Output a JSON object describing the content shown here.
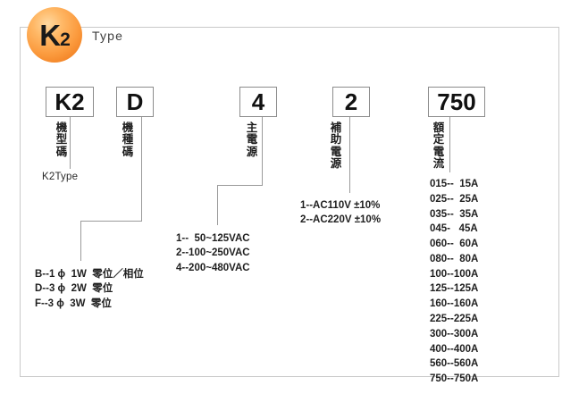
{
  "logo": {
    "letter": "K",
    "digit": "2",
    "type_label": "Type",
    "color": "#f59331"
  },
  "columns": [
    {
      "id": "model-type-code",
      "box_value": "K2",
      "caption": "機型碼",
      "caption_chars": [
        "機",
        "型",
        "碼"
      ],
      "note": "K2Type"
    },
    {
      "id": "model-kind-code",
      "box_value": "D",
      "caption": "機種碼",
      "caption_chars": [
        "機",
        "種",
        "碼"
      ],
      "options": [
        "B--1 ϕ  1W  零位／相位",
        "D--3 ϕ  2W  零位",
        "F--3 ϕ  3W  零位"
      ]
    },
    {
      "id": "main-power",
      "box_value": "4",
      "caption": "主電源",
      "caption_chars": [
        "主",
        "電",
        "源"
      ],
      "options": [
        "1--  50~125VAC",
        "2--100~250VAC",
        "4--200~480VAC"
      ]
    },
    {
      "id": "auxiliary-power",
      "box_value": "2",
      "caption": "補助電源",
      "caption_chars": [
        "補",
        "助",
        "電",
        "源"
      ],
      "options": [
        "1--AC110V ±10%",
        "2--AC220V ±10%"
      ]
    },
    {
      "id": "rated-current",
      "box_value": "750",
      "caption": "額定電流",
      "caption_chars": [
        "額",
        "定",
        "電",
        "流"
      ],
      "options": [
        "015--  15A",
        "025--  25A",
        "035--  35A",
        "045-   45A",
        "060--  60A",
        "080--  80A",
        "100--100A",
        "125--125A",
        "160--160A",
        "225--225A",
        "300--300A",
        "400--400A",
        "560--560A",
        "750--750A"
      ]
    }
  ]
}
